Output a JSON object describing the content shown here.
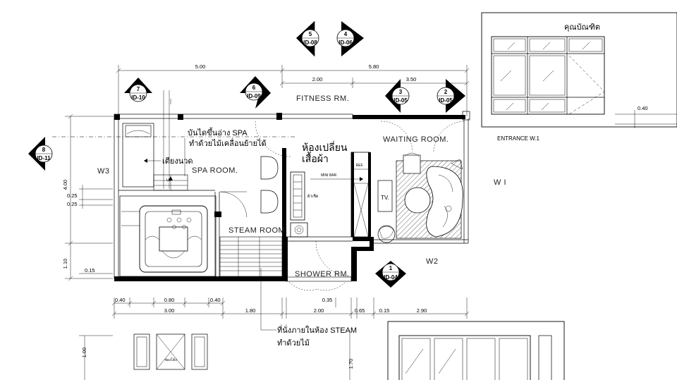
{
  "rooms": {
    "fitness": "FITNESS RM.",
    "waiting": "WAITING ROOM.",
    "spa": "SPA ROOM.",
    "steam": "STEAM ROOM.",
    "shower": "SHOWER RM.",
    "entrance": "ENTRANCE W.1",
    "mini_bar": "MINI BAR",
    "ref": "REF.",
    "tv": "TV.",
    "up": "UP",
    "towel": "ผ้าเช็ด",
    "small_box": "ช่องโค้ง"
  },
  "labels": {
    "w3": "W3",
    "w1": "W I",
    "w2": "W2",
    "owner": "คุณบัณฑิต",
    "changing_line1": "ห้องเปลี่ยน",
    "changing_line2": "เสื้อผ้า",
    "stair_line1": "บันไดขึ้นอ่าง SPA",
    "stair_line2": "ทำด้วยไม้เคลื่อนย้ายได้",
    "massage_bed": "เตียงนวด",
    "steam_line1": "ที่นั่งภายในห้อง STEAM",
    "steam_line2": "ทำด้วยไม้"
  },
  "tags": [
    {
      "num": "5",
      "id": "ID-08"
    },
    {
      "num": "4",
      "id": "ID-06"
    },
    {
      "num": "7",
      "id": "ID-10"
    },
    {
      "num": "6",
      "id": "ID-09"
    },
    {
      "num": "3",
      "id": "ID-05"
    },
    {
      "num": "2",
      "id": "ID-05"
    },
    {
      "num": "8",
      "id": "ID-11"
    },
    {
      "num": "1",
      "id": "ID-04"
    }
  ],
  "dimensions": {
    "top_500": "5.00",
    "top_580": "5.80",
    "top_200": "2.00",
    "top_350": "3.50",
    "left_400": "4.00",
    "left_025a": "0.25",
    "left_025b": "0.25",
    "left_110": "1.10",
    "left_015": "0.15",
    "bot_040a": "0.40",
    "bot_080": "0.80",
    "bot_040b": "0.40",
    "bot_300": "3.00",
    "bot_180": "1.80",
    "bot_200": "2.00",
    "bot_035": "0.35",
    "bot_065": "0.65",
    "bot_015": "0.15",
    "bot_290": "2.90",
    "right_040": "0.40",
    "elev_100": "1.00",
    "elev_170": "1.70"
  }
}
